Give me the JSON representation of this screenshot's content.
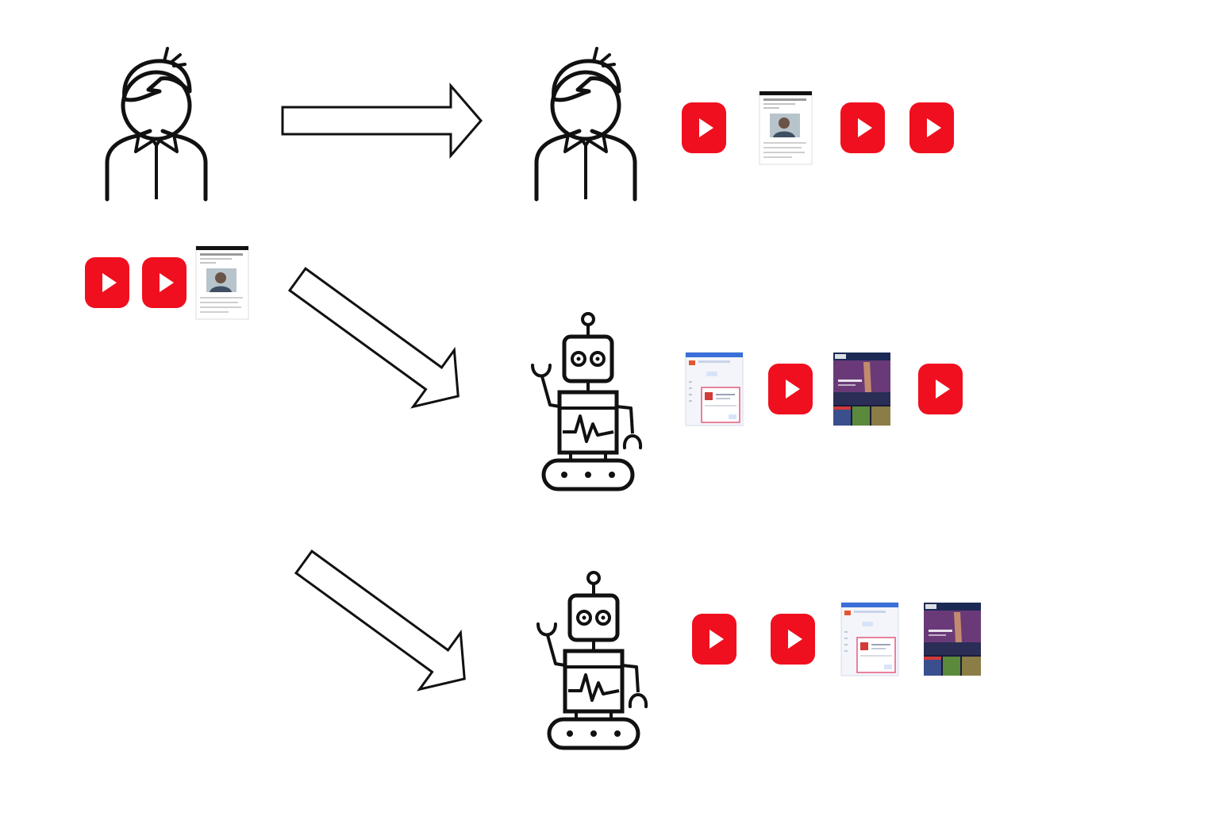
{
  "colors": {
    "background": "#ffffff",
    "stroke": "#111111",
    "video_red": "#f00f1e",
    "video_play": "#ffffff",
    "page_header_dark": "#1b2a55",
    "page_header_blue": "#3a6fd8",
    "page_accent_pink": "#e45a7c",
    "photo_purple": "#6a3a78",
    "photo_green": "#5b8a3c"
  },
  "icons": {
    "person": "person-outline-icon",
    "robot": "robot-outline-icon",
    "arrow": "hollow-block-arrow-icon",
    "video": "video-play-icon",
    "article": "article-thumbnail-icon",
    "social": "social-page-thumbnail-icon",
    "news": "news-site-thumbnail-icon"
  },
  "diagram": {
    "source": {
      "actor": "person",
      "items": [
        "video",
        "video",
        "article"
      ]
    },
    "recipients": [
      {
        "actor": "person",
        "items": [
          "video",
          "article",
          "video",
          "video"
        ]
      },
      {
        "actor": "robot",
        "items": [
          "social",
          "video",
          "news",
          "video"
        ]
      },
      {
        "actor": "robot",
        "items": [
          "video",
          "video",
          "social",
          "news"
        ]
      }
    ]
  }
}
